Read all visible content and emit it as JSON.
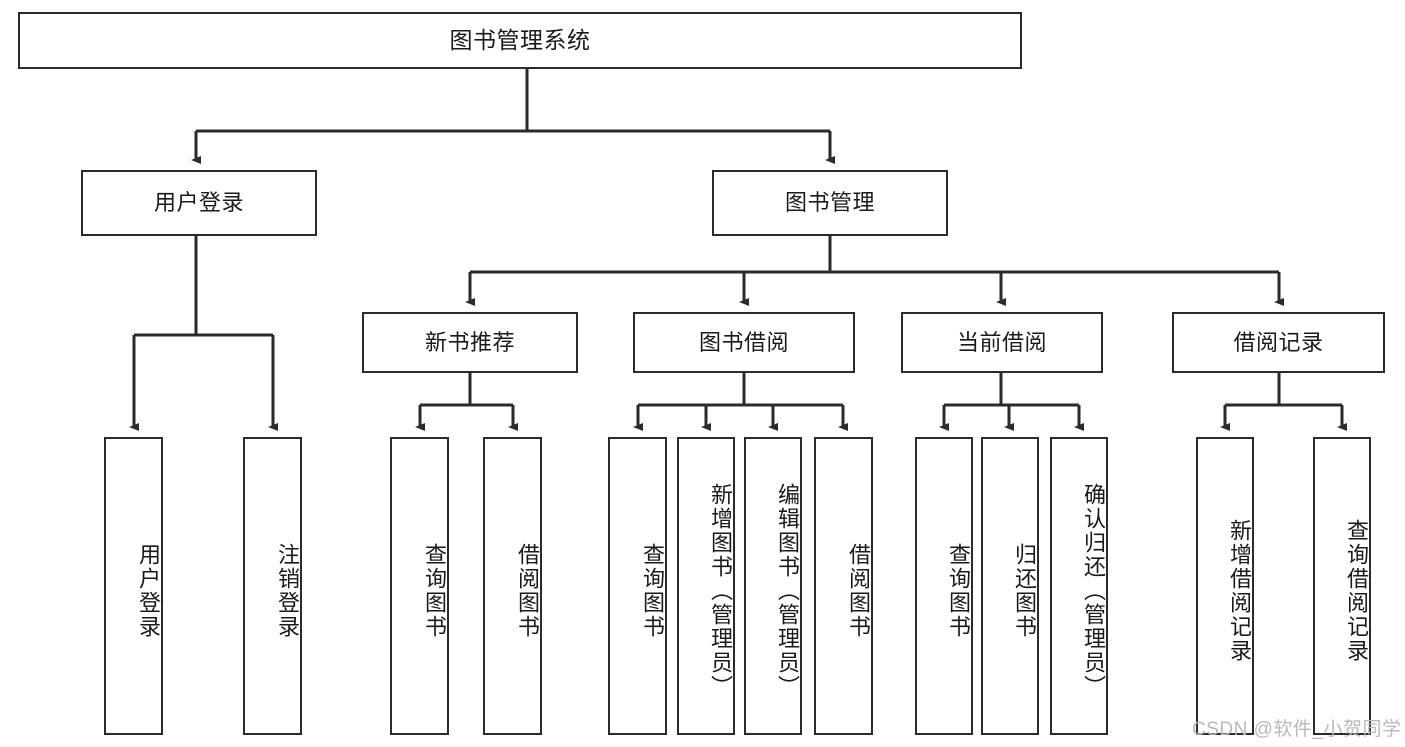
{
  "diagram": {
    "type": "tree-hierarchy",
    "title": "图书管理系统",
    "root": {
      "label": "图书管理系统"
    },
    "level2": [
      {
        "label": "用户登录"
      },
      {
        "label": "图书管理"
      }
    ],
    "level3": [
      {
        "label": "新书推荐"
      },
      {
        "label": "图书借阅"
      },
      {
        "label": "当前借阅"
      },
      {
        "label": "借阅记录"
      }
    ],
    "leaves": {
      "user_login": [
        {
          "label": "用户登录"
        },
        {
          "label": "注销登录"
        }
      ],
      "new_book_recommend": [
        {
          "label": "查询图书"
        },
        {
          "label": "借阅图书"
        }
      ],
      "book_borrow": [
        {
          "label": "查询图书"
        },
        {
          "label": "新增图书（管理员）"
        },
        {
          "label": "编辑图书（管理员）"
        },
        {
          "label": "借阅图书"
        }
      ],
      "current_borrow": [
        {
          "label": "查询图书"
        },
        {
          "label": "归还图书"
        },
        {
          "label": "确认归还（管理员）"
        }
      ],
      "borrow_record": [
        {
          "label": "新增借阅记录"
        },
        {
          "label": "查询借阅记录"
        }
      ]
    },
    "colors": {
      "line": "#2b2b2b",
      "box_border": "#2b2b2b",
      "box_fill": "#ffffff",
      "text": "#1a1a1a",
      "watermark": "#b9b9b9"
    }
  },
  "watermark": {
    "text": "CSDN @软件_小贺同学"
  }
}
